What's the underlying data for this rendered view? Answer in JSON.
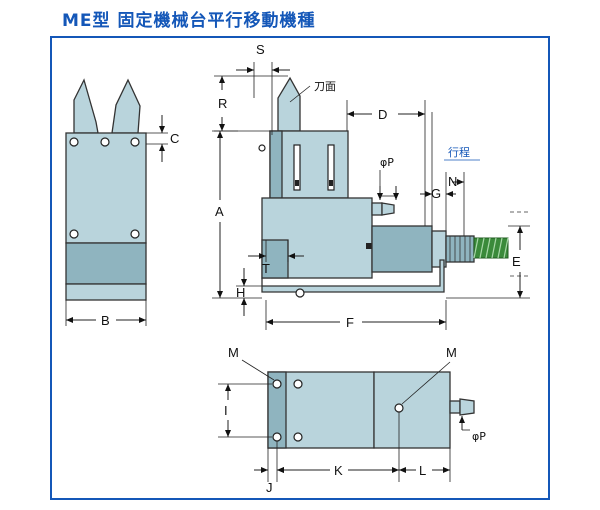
{
  "title": "ME型  固定機械台平行移動機種",
  "labels": {
    "S": "S",
    "R": "R",
    "blade_face": "刀面",
    "D": "D",
    "C": "C",
    "phi_P_top": "φP",
    "stroke": "行程",
    "G": "G",
    "N": "N",
    "A": "A",
    "T": "T",
    "E": "E",
    "H": "H",
    "B": "B",
    "F": "F",
    "M_left": "M",
    "M_right": "M",
    "I": "I",
    "phi_P_bottom": "φP",
    "J": "J",
    "K": "K",
    "L": "L"
  },
  "colors": {
    "frame": "#1457b8",
    "body": "#b9d4dc",
    "body_dark": "#8fb4bf",
    "hose": "#3a8a3a",
    "stroke_label": "#1457b8"
  }
}
